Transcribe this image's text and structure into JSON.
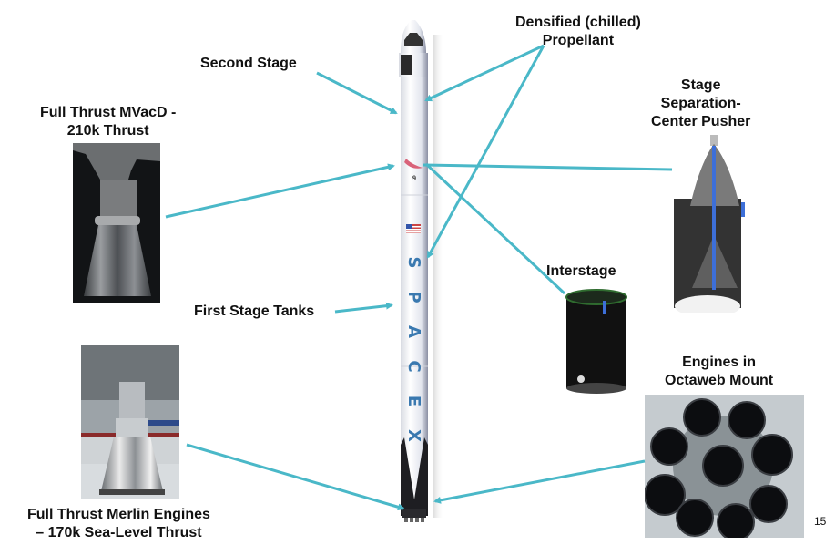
{
  "slide": {
    "page_number": "15",
    "accent_color": "#4ab8c8"
  },
  "labels": {
    "second_stage": "Second Stage",
    "densified_line1": "Densified (chilled)",
    "densified_line2": "Propellant",
    "mvacd_line1": "Full Thrust MVacD -",
    "mvacd_line2": "210k Thrust",
    "stage_sep_line1": "Stage",
    "stage_sep_line2": "Separation-",
    "stage_sep_line3": "Center Pusher",
    "interstage": "Interstage",
    "first_stage_tanks": "First Stage Tanks",
    "octaweb_line1": "Engines in",
    "octaweb_line2": "Octaweb Mount",
    "merlin_line1": "Full Thrust Merlin Engines",
    "merlin_line2": "– 170k Sea-Level Thrust"
  },
  "rocket": {
    "logo_letters": [
      "S",
      "P",
      "A",
      "C",
      "E",
      "X"
    ],
    "vehicle_mark": "9"
  }
}
